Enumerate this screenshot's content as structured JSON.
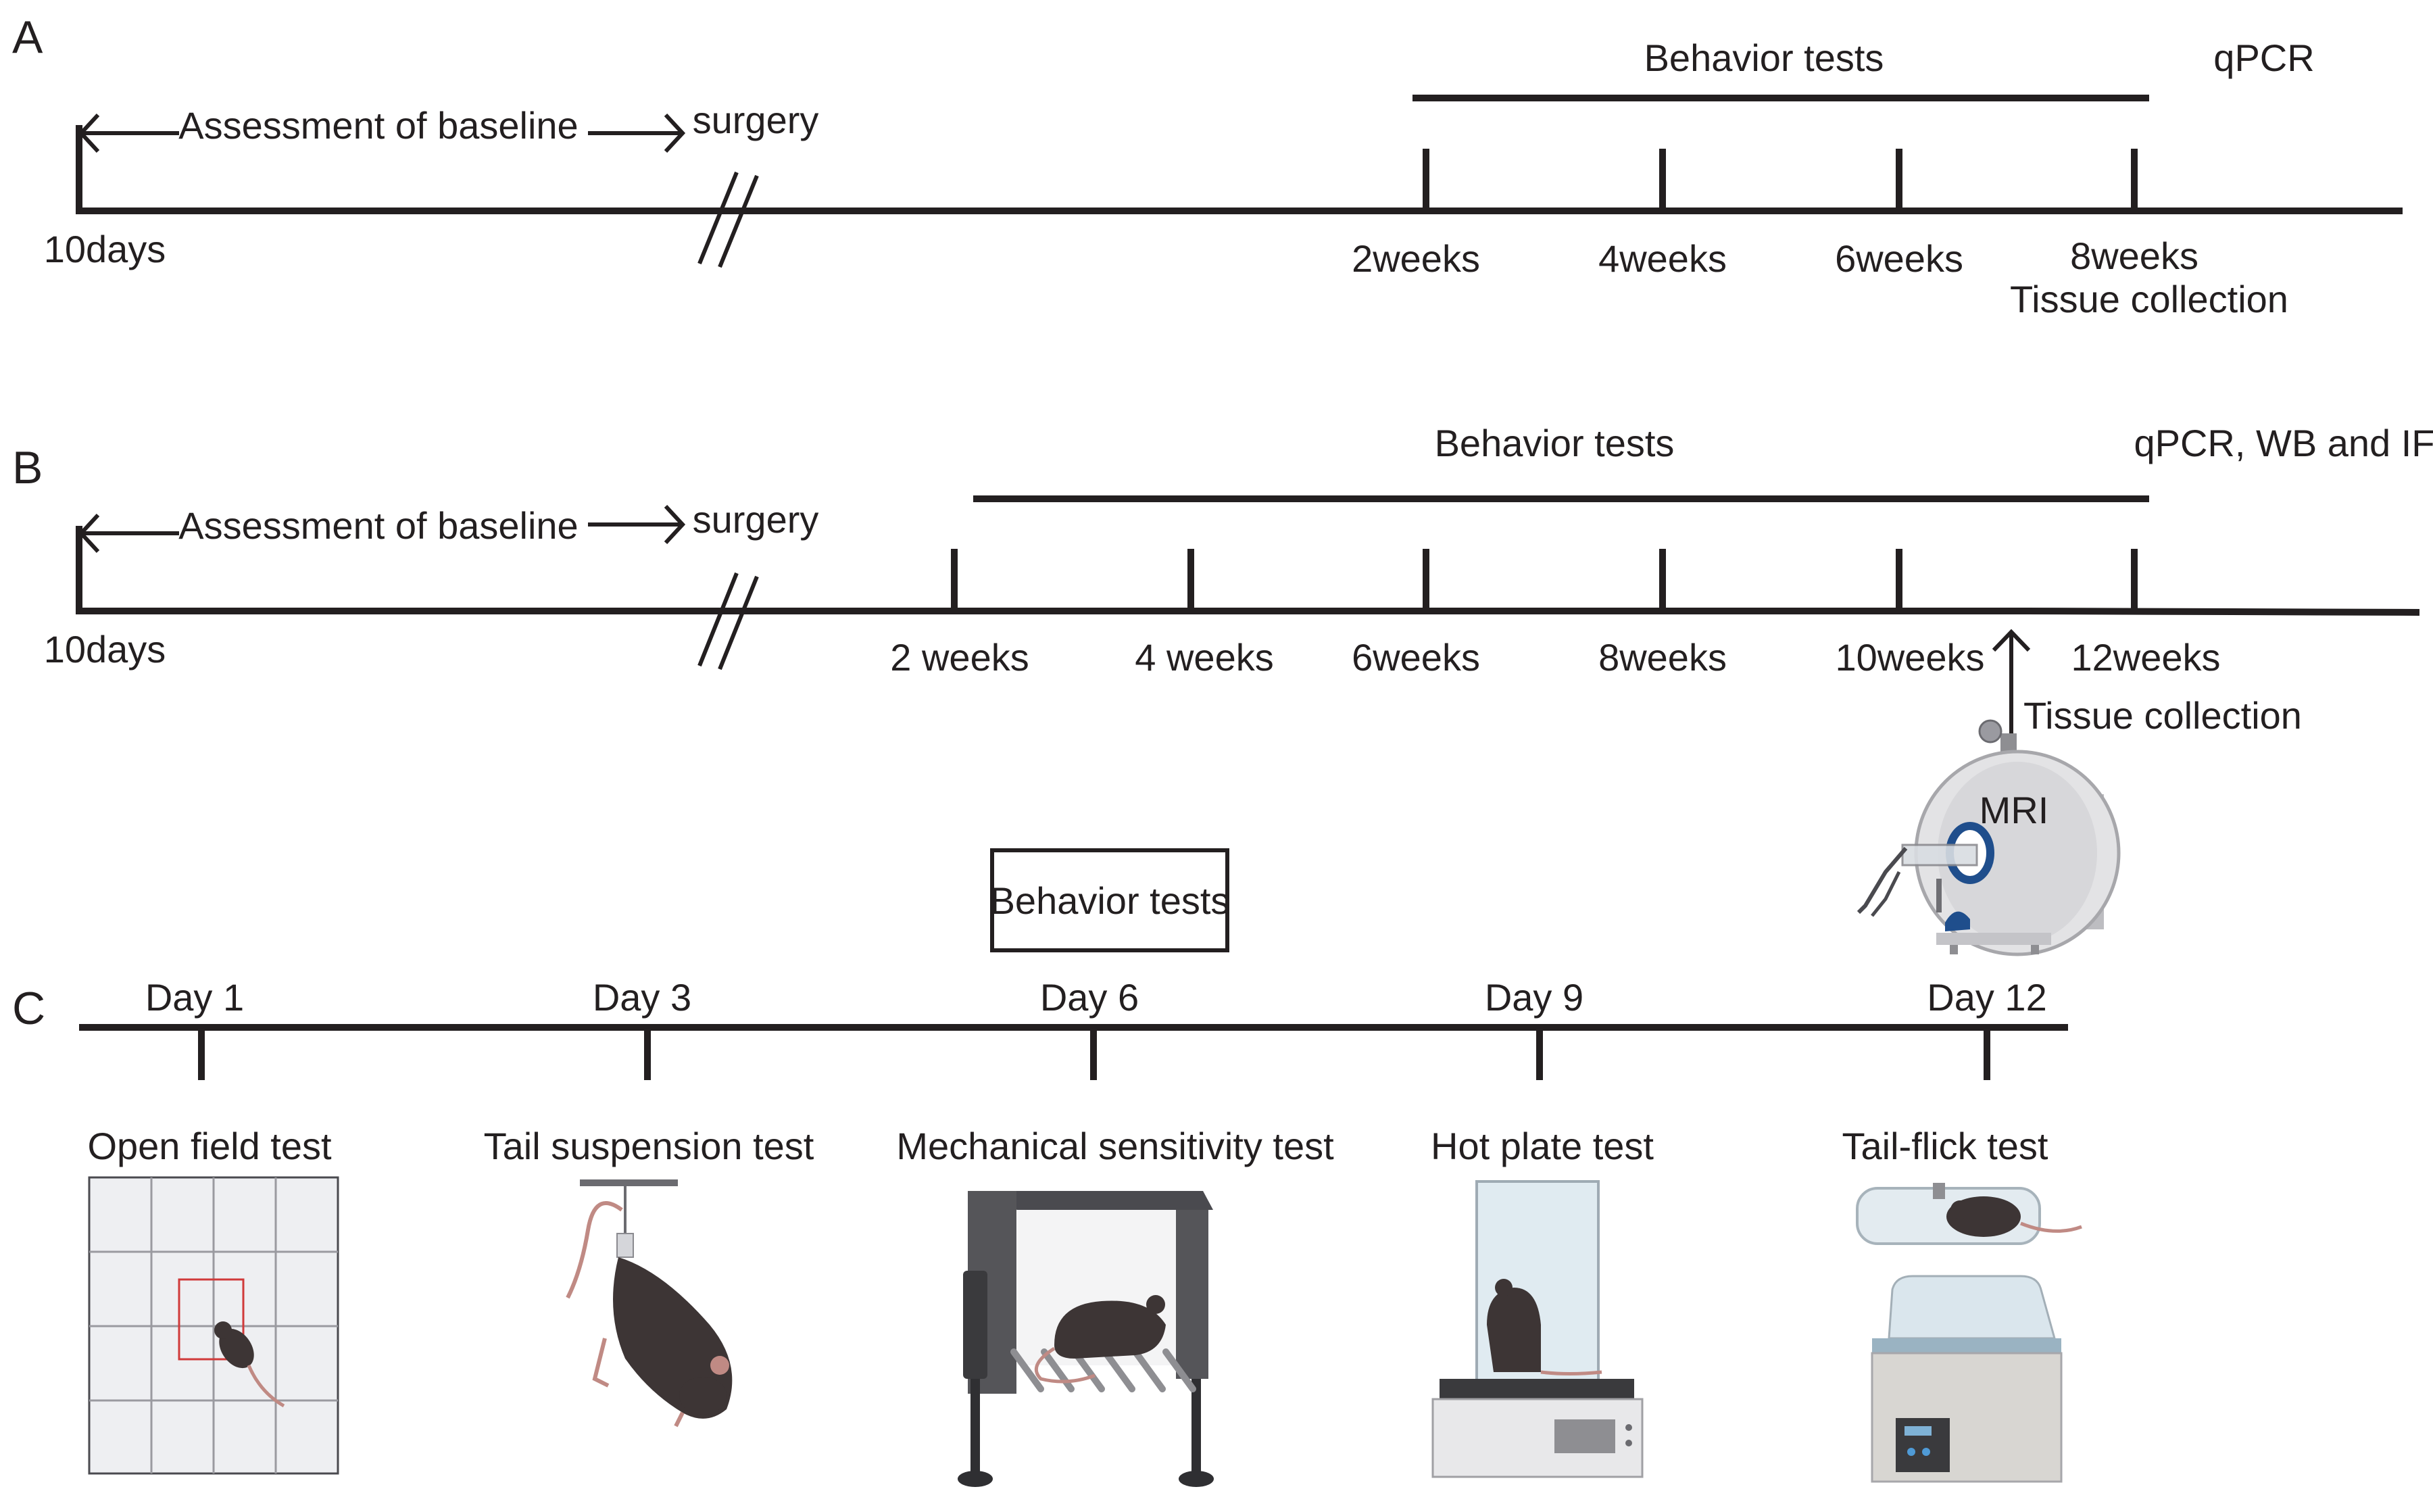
{
  "panelA": {
    "letter": "A",
    "baseline": "Assessment of baseline",
    "surgery": "surgery",
    "start": "10days",
    "behavior": "Behavior tests",
    "endpoint": "qPCR",
    "ticks": [
      "2weeks",
      "4weeks",
      "6weeks",
      "8weeks"
    ],
    "tissue": "Tissue collection"
  },
  "panelB": {
    "letter": "B",
    "baseline": "Assessment of baseline",
    "surgery": "surgery",
    "start": "10days",
    "behavior": "Behavior tests",
    "endpoint": "qPCR, WB and IF",
    "ticks": [
      "2 weeks",
      "4 weeks",
      "6weeks",
      "8weeks",
      "10weeks",
      "12weeks"
    ],
    "tissue": "Tissue collection",
    "mri": "MRI"
  },
  "panelC": {
    "letter": "C",
    "box": "Behavior tests",
    "days": [
      "Day 1",
      "Day 3",
      "Day 6",
      "Day 9",
      "Day 12"
    ],
    "tests": [
      "Open field test",
      "Tail suspension test",
      "Mechanical sensitivity test",
      "Hot plate test",
      "Tail-flick test"
    ]
  },
  "colors": {
    "ink": "#231f20",
    "mouse": "#3d3535",
    "tail": "#c08a84",
    "scanner": "#e3e3e5",
    "coil": "#1f4e8c"
  }
}
